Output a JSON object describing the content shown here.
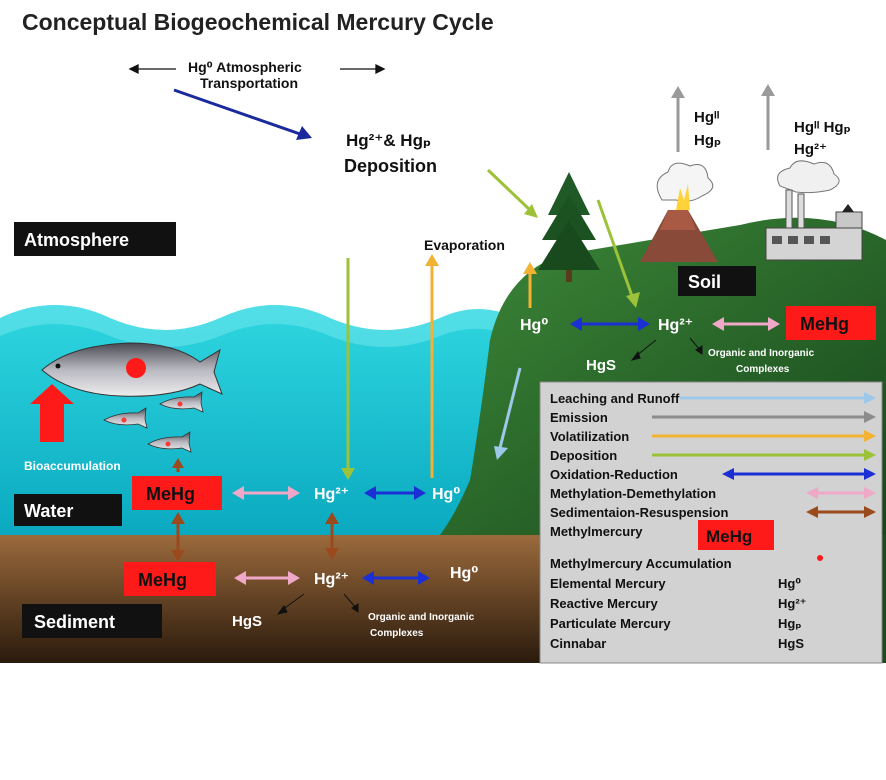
{
  "title": "Conceptual Biogeochemical Mercury Cycle",
  "atmosphere": {
    "transport_line1": "Hg⁰ Atmospheric",
    "transport_line2": "Transportation",
    "deposition_line1": "Hg²⁺& Hgₚ",
    "deposition_line2": "Deposition",
    "evaporation": "Evaporation",
    "volcano_line1": "Hgᴵᴵ",
    "volcano_line2": "Hgₚ",
    "factory_line1": "Hgᴵᴵ  Hgₚ",
    "factory_line2": "Hg²⁺"
  },
  "zones": {
    "atmosphere": "Atmosphere",
    "soil": "Soil",
    "water": "Water",
    "sediment": "Sediment"
  },
  "soil": {
    "hg0": "Hg⁰",
    "hg2": "Hg²⁺",
    "mehg": "MeHg",
    "hgs": "HgS",
    "complexes_line1": "Organic and Inorganic",
    "complexes_line2": "Complexes"
  },
  "water": {
    "bioaccumulation": "Bioaccumulation",
    "mehg": "MeHg",
    "hg2": "Hg²⁺",
    "hg0": "Hg⁰"
  },
  "sediment": {
    "mehg": "MeHg",
    "hg2": "Hg²⁺",
    "hg0": "Hg⁰",
    "hgs": "HgS",
    "complexes_line1": "Organic and Inorganic",
    "complexes_line2": "Complexes"
  },
  "legend": {
    "processes": [
      {
        "label": "Leaching and Runoff",
        "color": "#9ec8ea",
        "style": "single"
      },
      {
        "label": "Emission",
        "color": "#8c8c8c",
        "style": "single"
      },
      {
        "label": "Volatilization",
        "color": "#f2b233",
        "style": "single"
      },
      {
        "label": "Deposition",
        "color": "#9cc23a",
        "style": "single"
      },
      {
        "label": "Oxidation-Reduction",
        "color": "#1c2fd4",
        "style": "double"
      },
      {
        "label": "Methylation-Demethylation",
        "color": "#f0a8c8",
        "style": "double"
      },
      {
        "label": "Sedimentaion-Resuspension",
        "color": "#9a4a1c",
        "style": "double"
      }
    ],
    "methylmercury": "Methylmercury",
    "mehg_box": "MeHg",
    "accumulation": "Methylmercury Accumulation",
    "species": [
      {
        "label": "Elemental Mercury",
        "symbol": "Hg⁰"
      },
      {
        "label": "Reactive Mercury",
        "symbol": "Hg²⁺"
      },
      {
        "label": "Particulate Mercury",
        "symbol": "Hgₚ"
      },
      {
        "label": "Cinnabar",
        "symbol": "HgS"
      }
    ]
  },
  "colors": {
    "mehg_red": "#ff1a1a",
    "oxidation_blue": "#1c2fd4",
    "methylation_pink": "#f0a8c8",
    "sediment_brown": "#9a4a1c",
    "deposition_green": "#9cc23a",
    "volatilization_yellow": "#f2b233",
    "emission_gray": "#8c8c8c",
    "leaching_blue": "#9ec8ea",
    "transport_navy": "#1a2a9c"
  }
}
